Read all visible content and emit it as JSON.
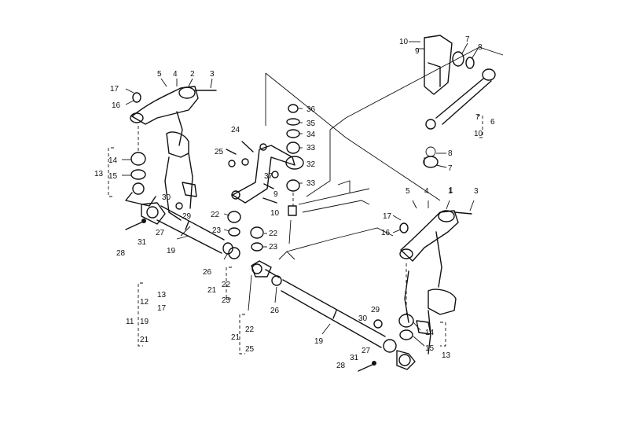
{
  "diagram": {
    "labels": [
      {
        "id": "l1",
        "text": "10"
      },
      {
        "id": "l2",
        "text": "9"
      },
      {
        "id": "l3",
        "text": "7"
      },
      {
        "id": "l4",
        "text": "8"
      },
      {
        "id": "l5",
        "text": "7"
      },
      {
        "id": "l6",
        "text": "6"
      },
      {
        "id": "l7",
        "text": "10"
      },
      {
        "id": "l8",
        "text": "8"
      },
      {
        "id": "l9",
        "text": "7"
      },
      {
        "id": "l10",
        "text": "5"
      },
      {
        "id": "l11",
        "text": "4"
      },
      {
        "id": "l12",
        "text": "2"
      },
      {
        "id": "l13",
        "text": "3"
      },
      {
        "id": "l14",
        "text": "17"
      },
      {
        "id": "l15",
        "text": "16"
      },
      {
        "id": "l16",
        "text": "36"
      },
      {
        "id": "l17",
        "text": "35"
      },
      {
        "id": "l18",
        "text": "34"
      },
      {
        "id": "l19",
        "text": "33"
      },
      {
        "id": "l20",
        "text": "32"
      },
      {
        "id": "l21",
        "text": "33"
      },
      {
        "id": "l22",
        "text": "37"
      },
      {
        "id": "l23",
        "text": "24"
      },
      {
        "id": "l24",
        "text": "25"
      },
      {
        "id": "l25",
        "text": "14"
      },
      {
        "id": "l26",
        "text": "13"
      },
      {
        "id": "l27",
        "text": "15"
      },
      {
        "id": "l28",
        "text": "30"
      },
      {
        "id": "l29",
        "text": "29"
      },
      {
        "id": "l30",
        "text": "9"
      },
      {
        "id": "l31",
        "text": "10"
      },
      {
        "id": "l32",
        "text": "22"
      },
      {
        "id": "l33",
        "text": "23"
      },
      {
        "id": "l34",
        "text": "22"
      },
      {
        "id": "l35",
        "text": "23"
      },
      {
        "id": "l36",
        "text": "27"
      },
      {
        "id": "l37",
        "text": "28"
      },
      {
        "id": "l38",
        "text": "31"
      },
      {
        "id": "l39",
        "text": "19"
      },
      {
        "id": "l40",
        "text": "26"
      },
      {
        "id": "l41",
        "text": "22"
      },
      {
        "id": "l42",
        "text": "21"
      },
      {
        "id": "l43",
        "text": "25"
      },
      {
        "id": "l44",
        "text": "5"
      },
      {
        "id": "l45",
        "text": "4"
      },
      {
        "id": "l46",
        "text": "1"
      },
      {
        "id": "l47",
        "text": "3"
      },
      {
        "id": "l48",
        "text": "17"
      },
      {
        "id": "l49",
        "text": "16"
      },
      {
        "id": "l50",
        "text": "12"
      },
      {
        "id": "l51",
        "text": "13"
      },
      {
        "id": "l52",
        "text": "17"
      },
      {
        "id": "l53",
        "text": "11"
      },
      {
        "id": "l54",
        "text": "19"
      },
      {
        "id": "l55",
        "text": "21"
      },
      {
        "id": "l56",
        "text": "26"
      },
      {
        "id": "l57",
        "text": "22"
      },
      {
        "id": "l58",
        "text": "21"
      },
      {
        "id": "l59",
        "text": "25"
      },
      {
        "id": "l60",
        "text": "19"
      },
      {
        "id": "l61",
        "text": "29"
      },
      {
        "id": "l62",
        "text": "30"
      },
      {
        "id": "l63",
        "text": "14"
      },
      {
        "id": "l64",
        "text": "15"
      },
      {
        "id": "l65",
        "text": "13"
      },
      {
        "id": "l66",
        "text": "27"
      },
      {
        "id": "l67",
        "text": "28"
      },
      {
        "id": "l68",
        "text": "31"
      },
      {
        "id": "l69",
        "text": "1"
      }
    ]
  }
}
